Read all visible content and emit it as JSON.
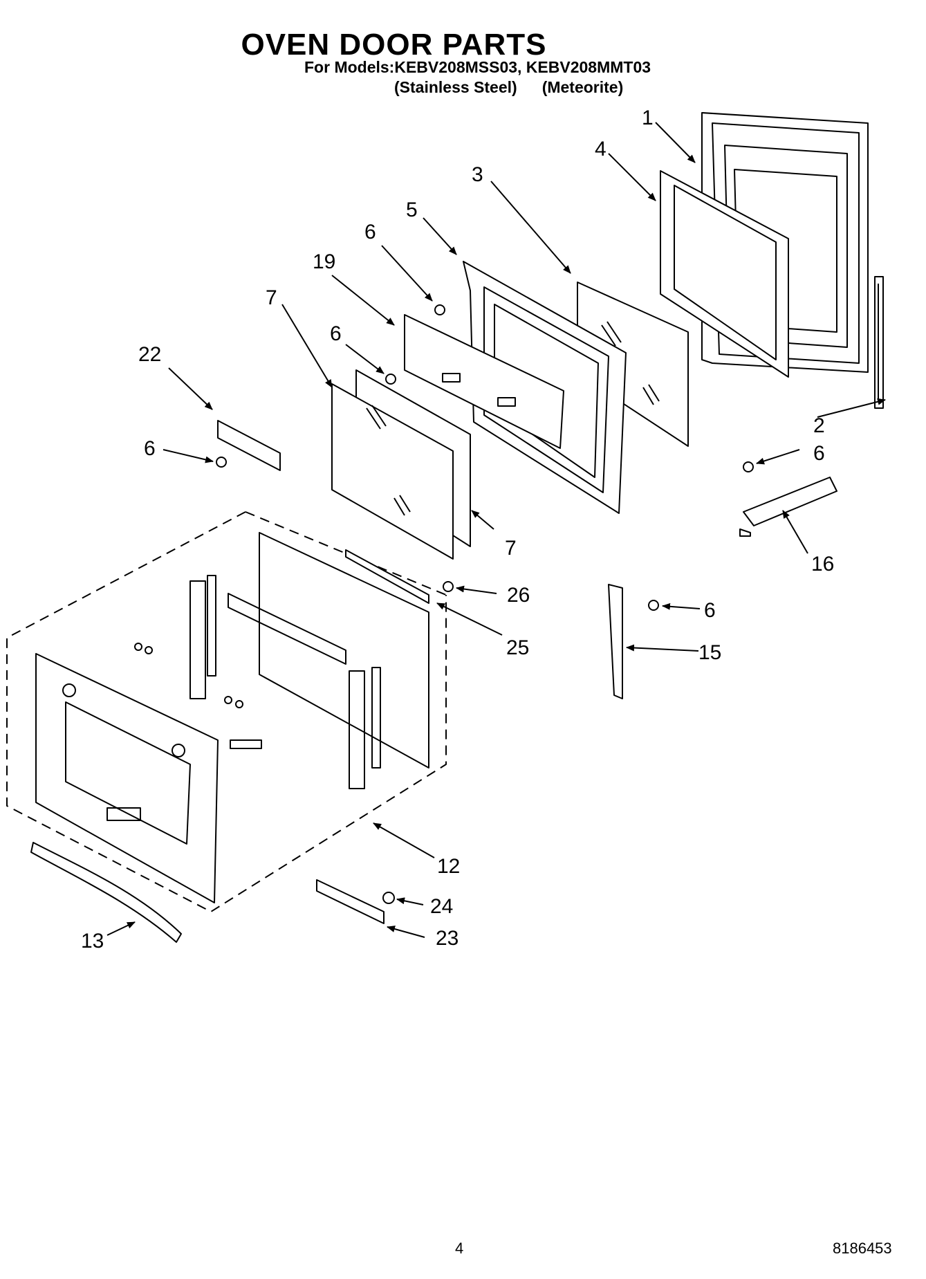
{
  "header": {
    "title": "OVEN DOOR PARTS",
    "models_line": "For Models:KEBV208MSS03, KEBV208MMT03",
    "finish_1": "(Stainless Steel)",
    "finish_2": "(Meteorite)"
  },
  "callouts": {
    "c1": "1",
    "c2": "2",
    "c3": "3",
    "c4": "4",
    "c5": "5",
    "c6a": "6",
    "c6b": "6",
    "c6c": "6",
    "c6d": "6",
    "c6e": "6",
    "c7a": "7",
    "c7b": "7",
    "c12": "12",
    "c13": "13",
    "c15": "15",
    "c16": "16",
    "c19": "19",
    "c22": "22",
    "c23": "23",
    "c24": "24",
    "c25": "25",
    "c26": "26"
  },
  "footer": {
    "page_number": "4",
    "document_number": "8186453"
  }
}
